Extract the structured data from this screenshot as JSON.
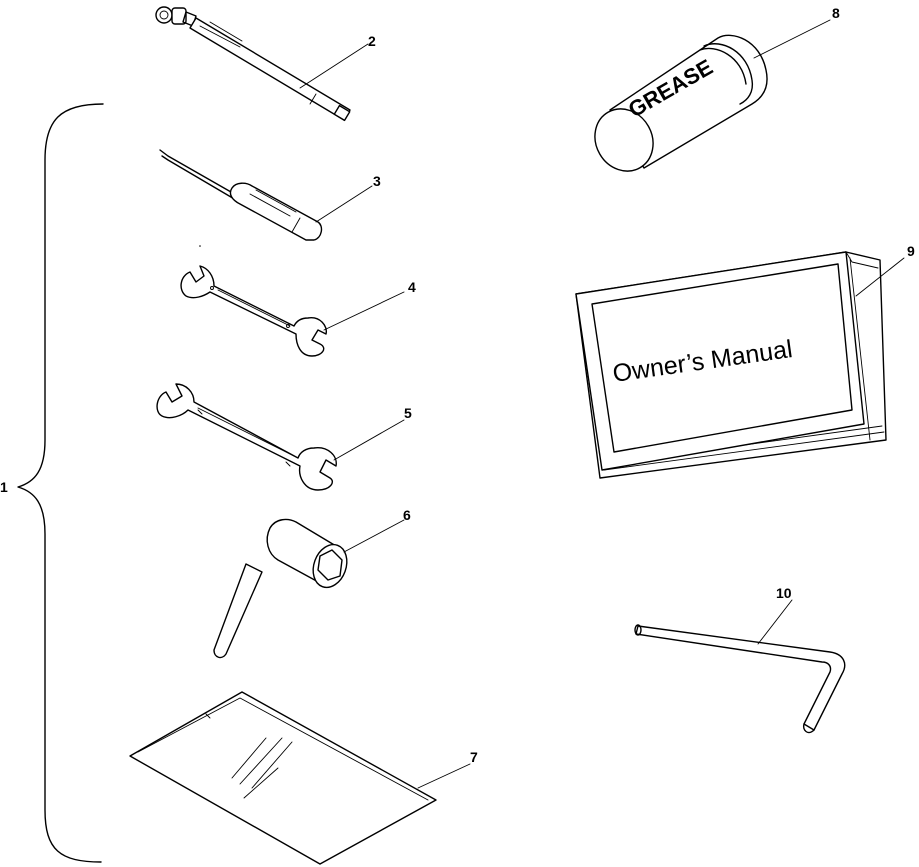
{
  "callouts": {
    "n1": "1",
    "n2": "2",
    "n3": "3",
    "n4": "4",
    "n5": "5",
    "n6": "6",
    "n7": "7",
    "n8": "8",
    "n9": "9",
    "n10": "10"
  },
  "labels": {
    "grease": "GREASE",
    "manual": "Owner’s Manual"
  }
}
